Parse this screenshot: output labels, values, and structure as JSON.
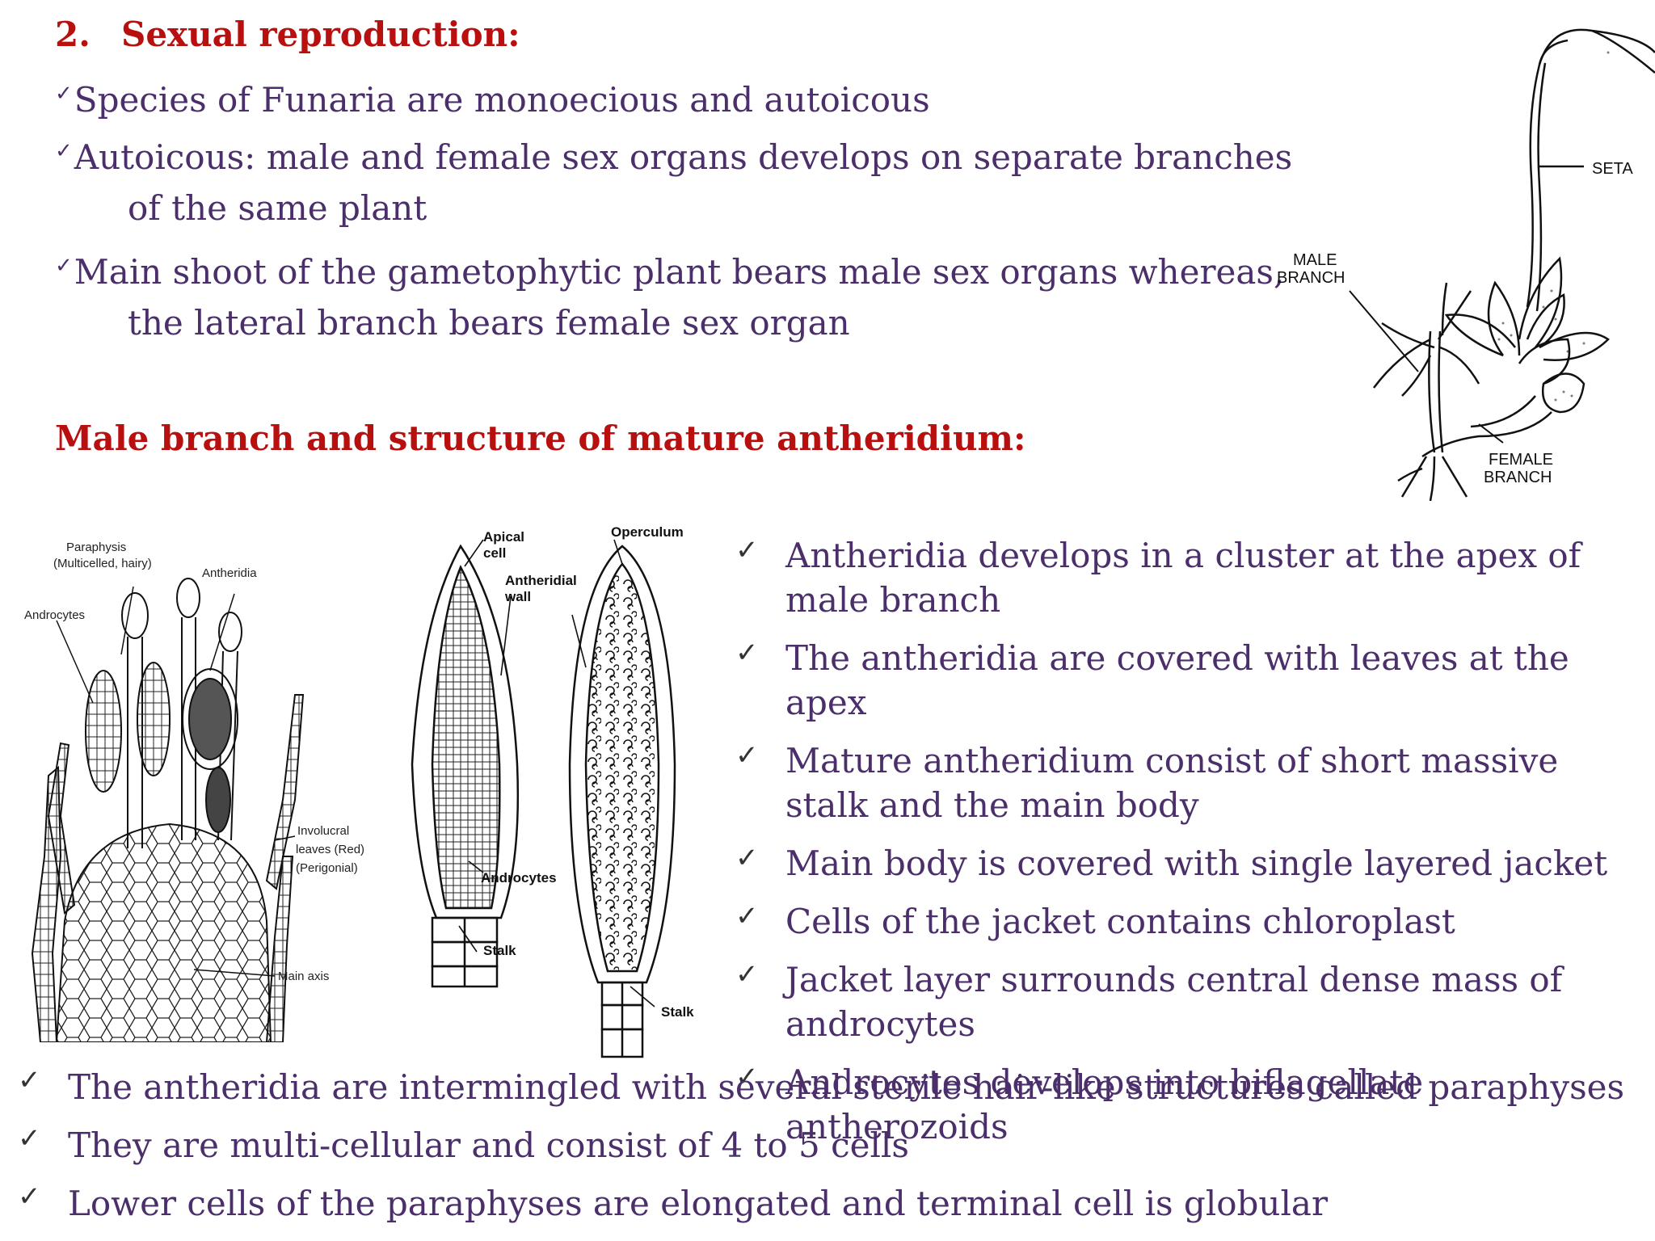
{
  "section": {
    "number": "2.",
    "title": "Sexual reproduction:"
  },
  "intro_bullets": [
    {
      "text": "Species of Funaria are monoecious and autoicous"
    },
    {
      "text": "Autoicous: male and female sex organs develops on separate branches",
      "cont": "of the same plant"
    },
    {
      "text": "Main shoot of the gametophytic plant bears male sex organs whereas,",
      "cont": "the lateral branch bears female sex organ"
    }
  ],
  "subheading": "Male branch and structure of mature antheridium:",
  "plant_figure": {
    "labels": [
      "SETA",
      "MALE",
      "BRANCH",
      "FEMALE",
      "BRANCH"
    ]
  },
  "male_branch_figure": {
    "labels": [
      "Paraphysis",
      "(Multicelled, hairy)",
      "Antheridia",
      "Androcytes",
      "Involucral",
      "leaves (Red)",
      "(Perigonial)",
      "Main axis"
    ]
  },
  "antheridium_figure": {
    "labels": [
      "Apical",
      "cell",
      "Operculum",
      "Antheridial",
      "wall",
      "Androcytes",
      "Stalk",
      "Stalk"
    ]
  },
  "right_bullets": [
    "Antheridia develops in a cluster at the apex of male branch",
    "The antheridia are covered with leaves at the apex",
    "Mature antheridium consist of short massive stalk and the main body",
    "Main body is covered with single layered jacket",
    "Cells of the jacket contains chloroplast",
    "Jacket layer surrounds central dense mass of androcytes",
    "Androcytes develops into biflagellate antherozoids"
  ],
  "bottom_bullets": [
    "The antheridia are intermingled with several sterile hair-like structures called paraphyses",
    "They are multi-cellular and consist of 4 to 5 cells",
    "Lower cells of the paraphyses are elongated and terminal cell is globular"
  ],
  "check_glyph": "✓",
  "colors": {
    "heading": "#b80f0f",
    "body": "#4b2f6b"
  }
}
